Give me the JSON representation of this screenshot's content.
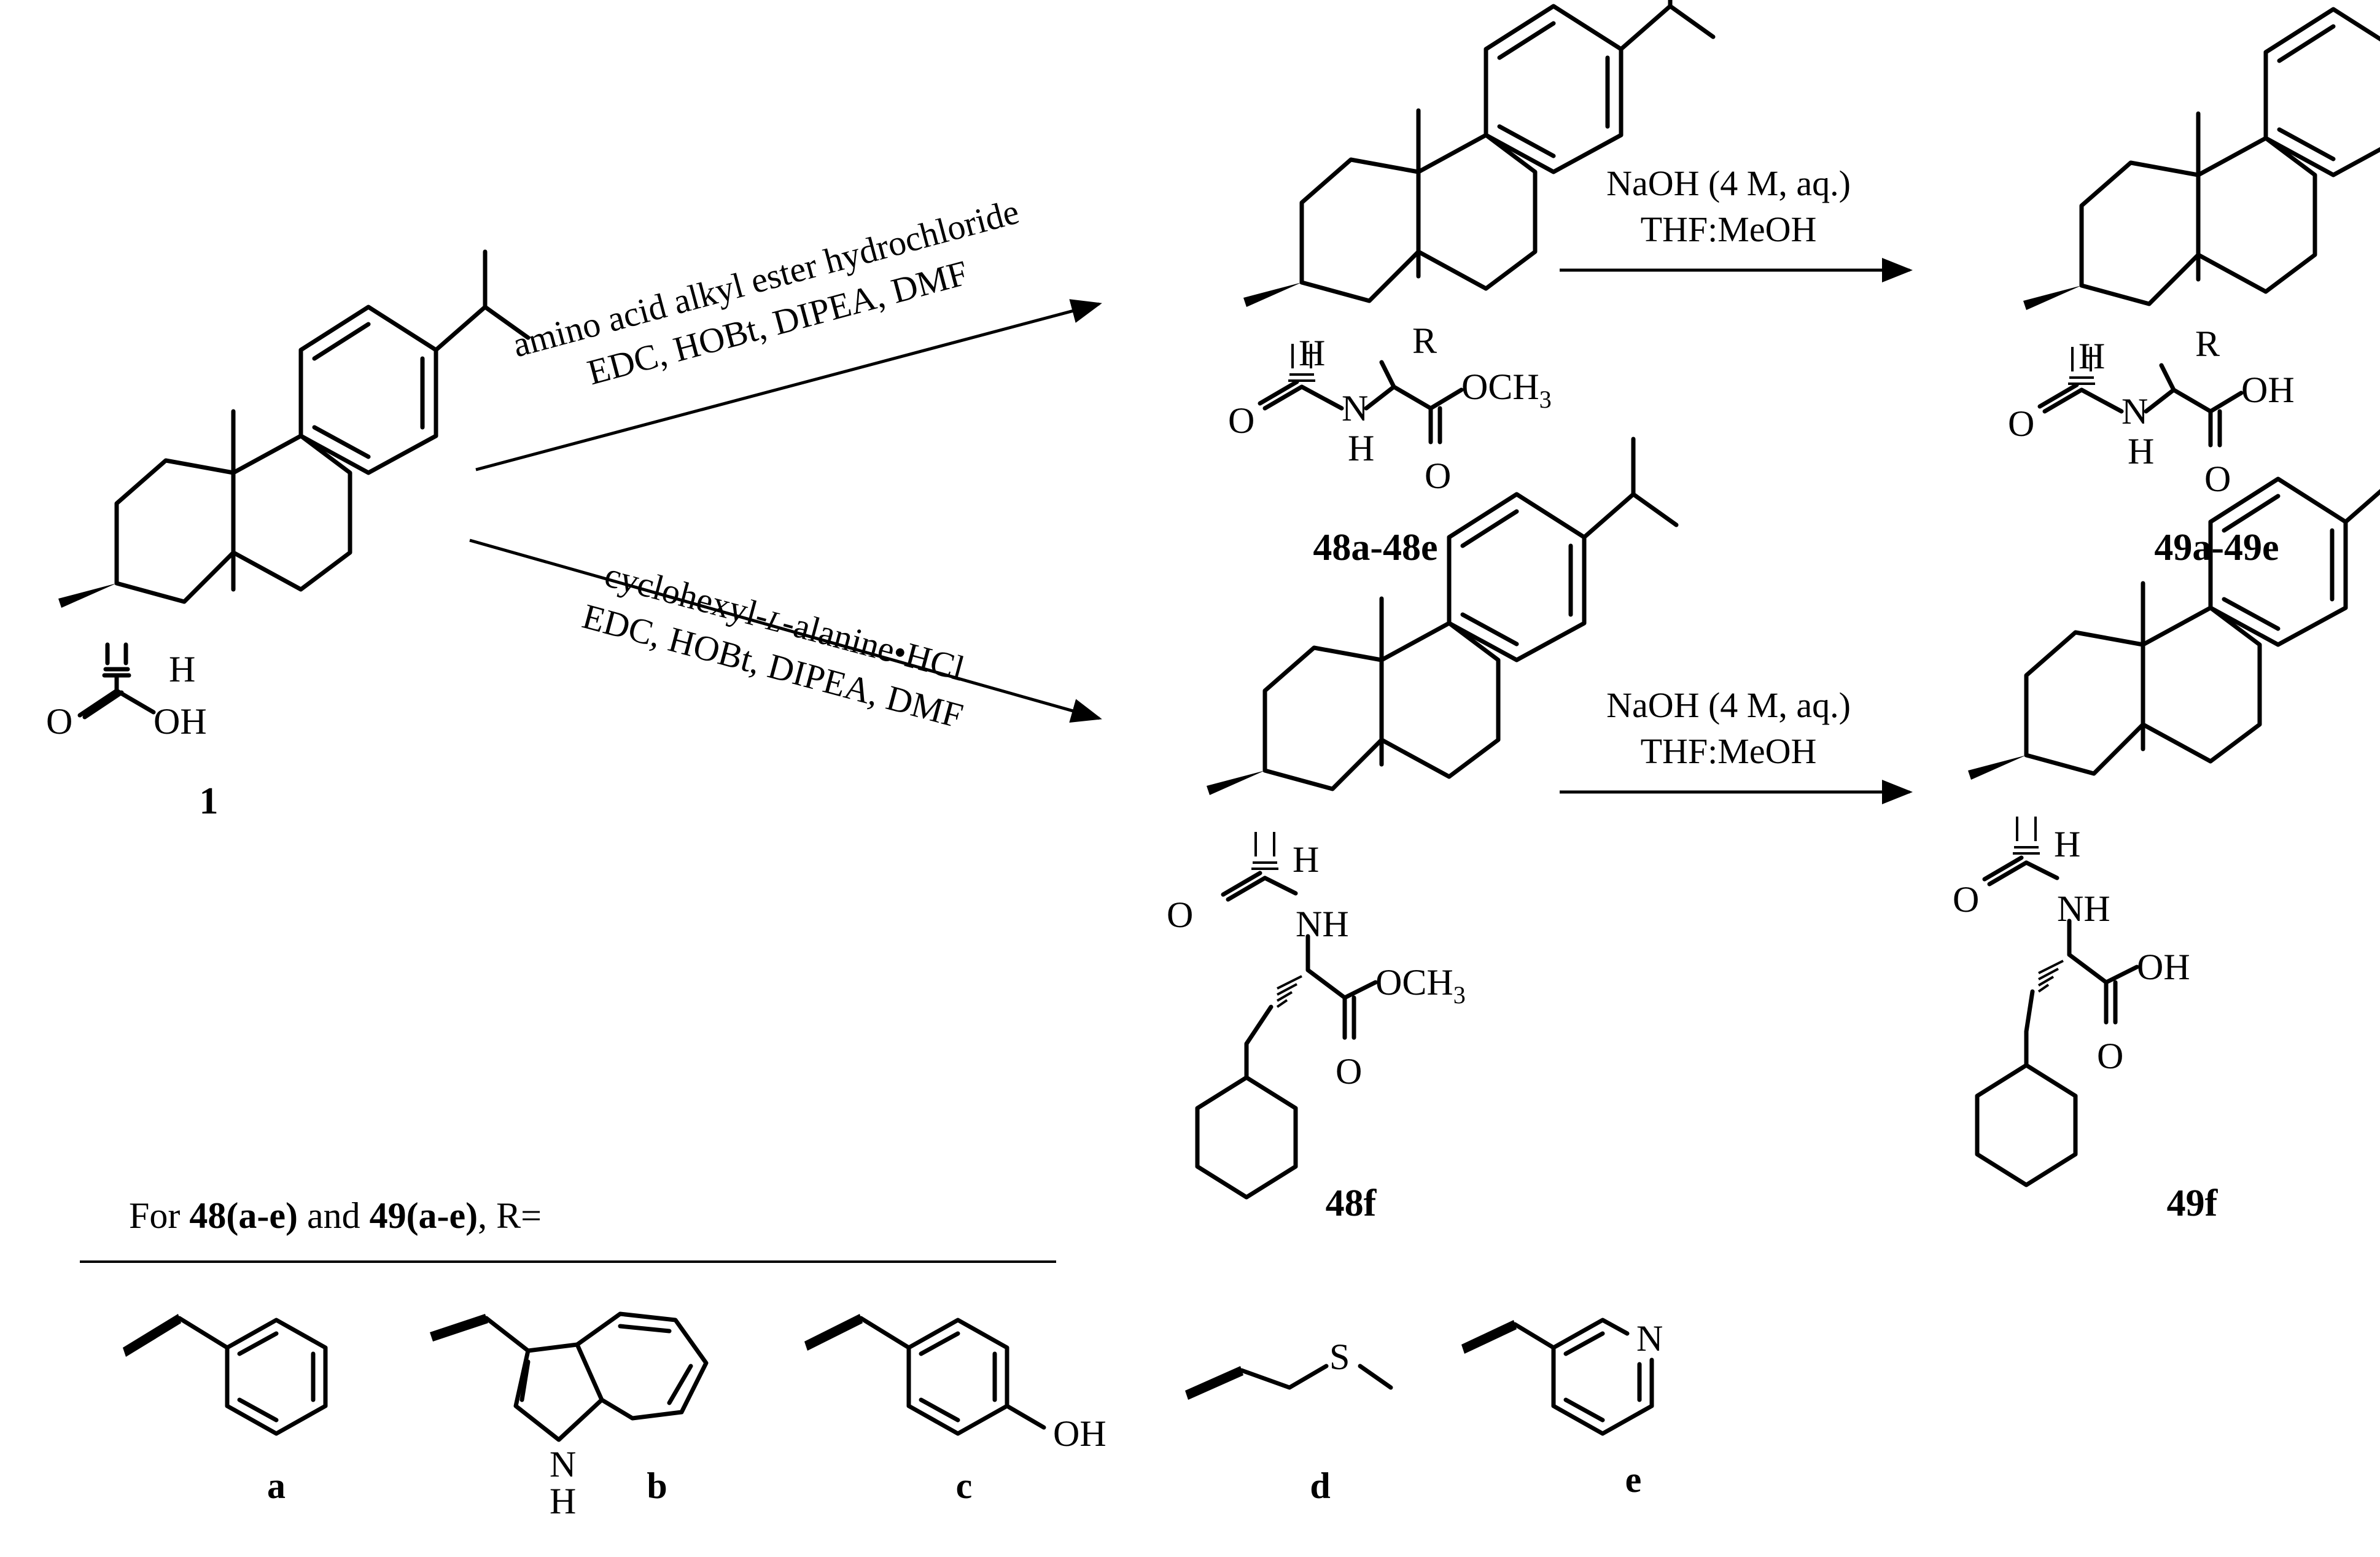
{
  "reagents": {
    "top_line1": "amino acid alkyl ester hydrochloride",
    "top_line2": "EDC, HOBt, DIPEA, DMF",
    "bottom_line1_pre": "cyclohexyl-",
    "bottom_line1_italic": "L",
    "bottom_line1_post": "-alanine•HCl",
    "bottom_line2": "EDC, HOBt, DIPEA, DMF",
    "hydrolysis_line1": "NaOH (4 M, aq.)",
    "hydrolysis_line2": "THF:MeOH"
  },
  "compounds": {
    "start": "1",
    "ester_series": "48a-48e",
    "acid_series": "49a-49e",
    "ester_f": "48f",
    "acid_f": "49f"
  },
  "atoms": {
    "H": "H",
    "O": "O",
    "OH": "OH",
    "N": "N",
    "NH": "NH",
    "R": "R",
    "S": "S",
    "OCH": "OCH",
    "sub3": "3"
  },
  "legend": {
    "pre": "For ",
    "b1": "48(a-e)",
    "mid": " and ",
    "b2": "49(a-e)",
    "post": ", R=",
    "labels": [
      "a",
      "b",
      "c",
      "d",
      "e"
    ]
  }
}
